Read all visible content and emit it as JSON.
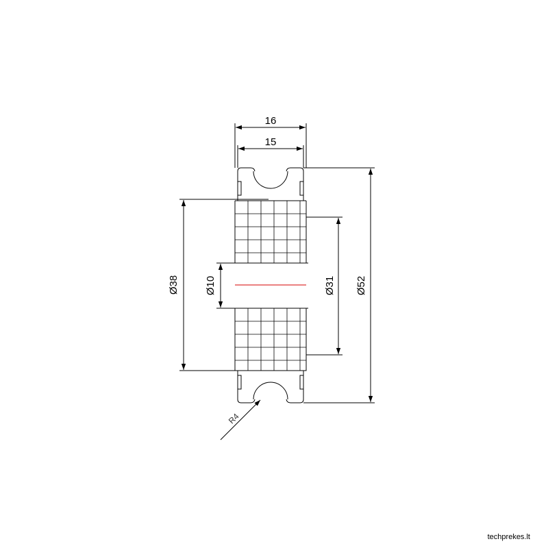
{
  "dimensions": {
    "overall_width": "16",
    "inner_width": "15",
    "groove_diameter": "Ø38",
    "bore_diameter": "Ø10",
    "hub_diameter": "Ø31",
    "outer_diameter": "Ø52",
    "groove_radius": "R4"
  },
  "colors": {
    "line": "#000000",
    "centerline": "#d40000"
  },
  "footer": {
    "watermark": "techprekes.lt"
  }
}
